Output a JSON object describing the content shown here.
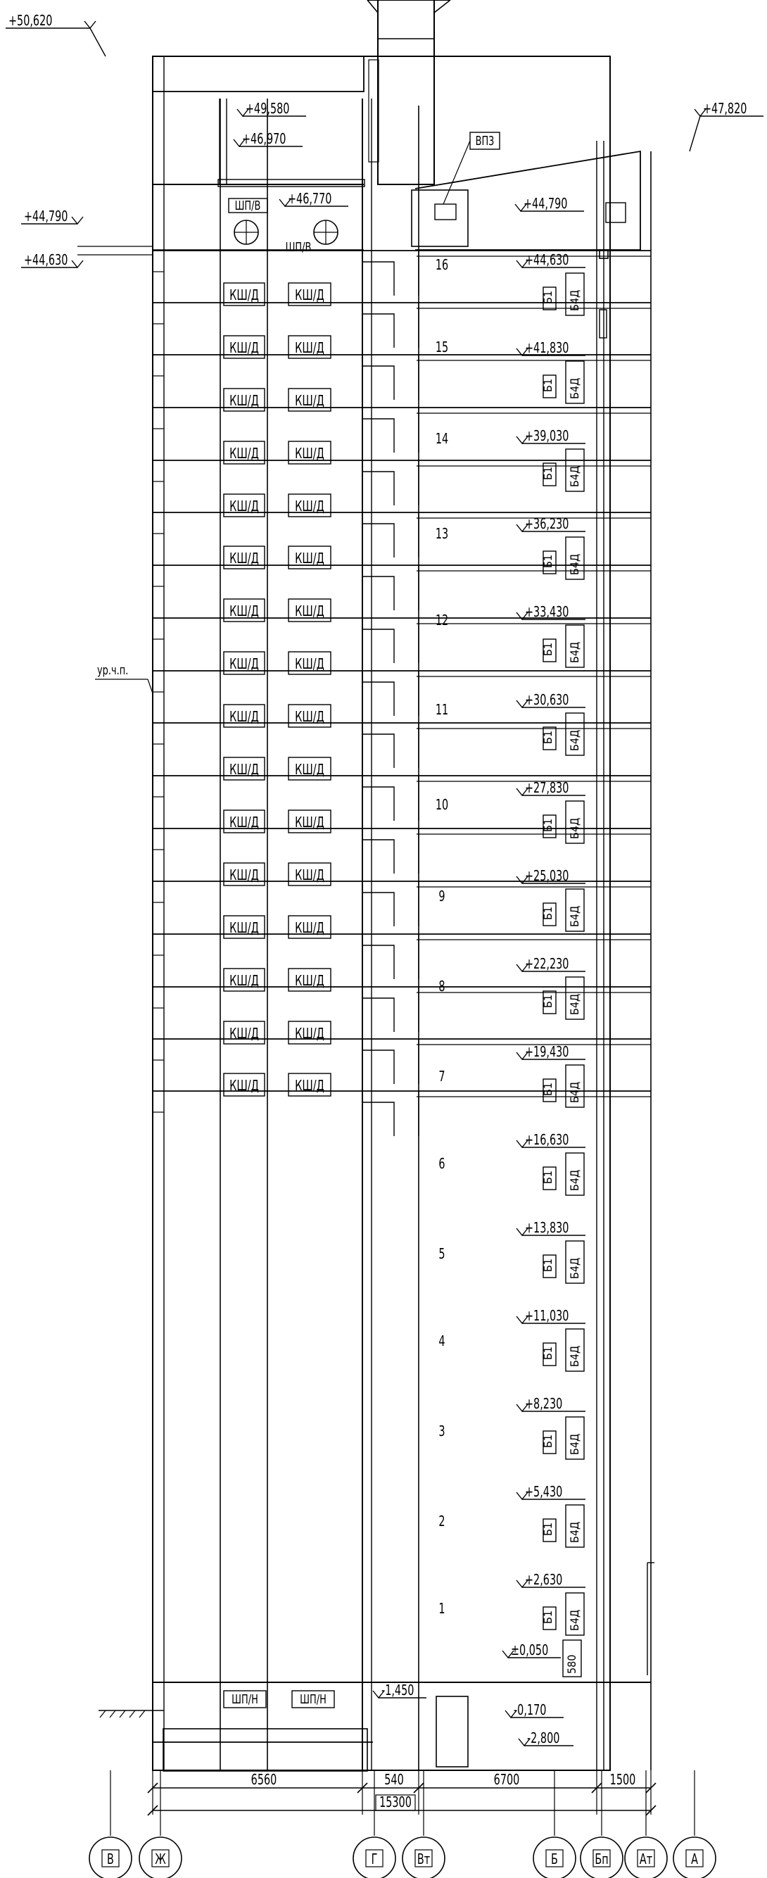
{
  "top_levels": [
    {
      "id": "lvl-50620",
      "text": "+50,620"
    },
    {
      "id": "lvl-49580",
      "text": "+49,580"
    },
    {
      "id": "lvl-46970",
      "text": "+46,970"
    },
    {
      "id": "lvl-46770",
      "text": "+46,770"
    },
    {
      "id": "lvl-47820",
      "text": "+47,820"
    },
    {
      "id": "lvl-44790-left",
      "text": "+44,790"
    },
    {
      "id": "lvl-44630-left",
      "text": "+44,630"
    },
    {
      "id": "lvl-44790-right",
      "text": "+44,790"
    }
  ],
  "roof_tags": {
    "vent_unit": "ВП3",
    "shaft_top": "ШП/В",
    "shaft_bottom": "ШП/В"
  },
  "floor_levels": [
    "+44,630",
    "+41,830",
    "+39,030",
    "+36,230",
    "+33,430",
    "+30,630",
    "+27,830",
    "+25,030",
    "+22,230",
    "+19,430",
    "+16,630",
    "+13,830",
    "+11,030",
    "+8,230",
    "+5,430",
    "+2,630"
  ],
  "floor_numbers": [
    "16",
    "15",
    "14",
    "13",
    "12",
    "11",
    "10",
    "9",
    "8",
    "7",
    "6",
    "5",
    "4",
    "3",
    "2",
    "1"
  ],
  "floor_tags": {
    "small": "Б1",
    "tall": "Б4Д"
  },
  "left_cells": [
    "КШ/Д",
    "КШ/Д",
    "КШ/Д",
    "КШ/Д",
    "КШ/Д",
    "КШ/Д",
    "КШ/Д",
    "КШ/Д",
    "КШ/Д",
    "КШ/Д",
    "КШ/Д",
    "КШ/Д",
    "КШ/Д",
    "КШ/Д",
    "КШ/Д",
    "КШ/Д"
  ],
  "right_cells": [
    "КШ/Д",
    "КШ/Д",
    "КШ/Д",
    "КШ/Д",
    "КШ/Д",
    "КШ/Д",
    "КШ/Д",
    "КШ/Д",
    "КШ/Д",
    "КШ/Д",
    "КШ/Д",
    "КШ/Д",
    "КШ/Д",
    "КШ/Д",
    "КШ/Д",
    "КШ/Д"
  ],
  "basement_cells": [
    "ШП/Н",
    "ШП/Н"
  ],
  "side_note": "ур.ч.п.",
  "ground_levels": {
    "lvl_m1450": "-1,450",
    "lvl_0050": "±0,050",
    "lvl_0170": "-0,170",
    "lvl_m2800": "-2,800",
    "tag_580": "580"
  },
  "dimensions": {
    "d1": "6560",
    "d2": "540",
    "d3": "6700",
    "d4": "1500",
    "total": "15300"
  },
  "axes": [
    "В",
    "Ж",
    "Г",
    "Вт",
    "Б",
    "Бп",
    "Ат",
    "А"
  ]
}
